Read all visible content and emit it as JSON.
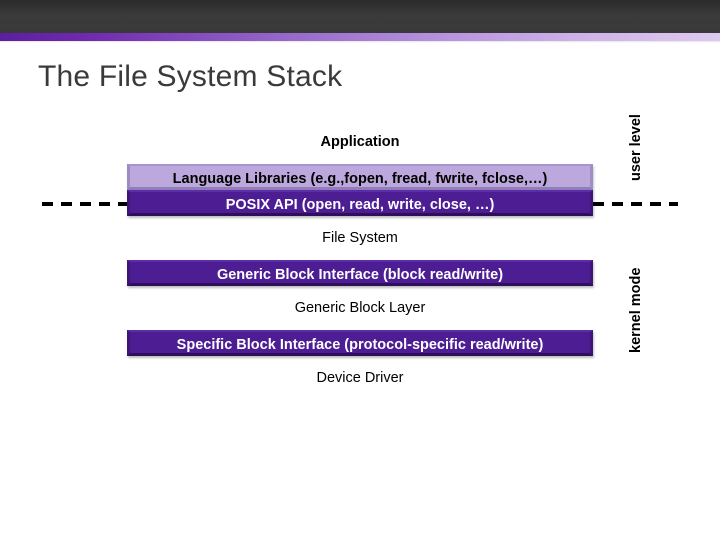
{
  "slide": {
    "title": "The File System Stack"
  },
  "theme": {
    "banner_dark": "#3b3b3b",
    "banner_purple_start": "#5c1f9e",
    "banner_purple_end": "#ddcaf0",
    "bar_purple_fill": "#4d1e93",
    "bar_lavender_fill": "#bca8dc",
    "title_color": "#3a3a3a",
    "text_dark": "#000000",
    "text_light": "#ffffff"
  },
  "diagram": {
    "rows": [
      {
        "id": "application",
        "label": "Application",
        "style": "plain-bold"
      },
      {
        "id": "language-libraries",
        "label": "Language Libraries (e.g.,fopen, fread, fwrite, fclose,…)",
        "style": "bar-lavender"
      },
      {
        "id": "posix-api",
        "label": "POSIX API (open, read, write, close, …)",
        "style": "bar-purple-boundary"
      },
      {
        "id": "file-system",
        "label": "File System",
        "style": "plain"
      },
      {
        "id": "generic-block-interface",
        "label": "Generic Block Interface (block read/write)",
        "style": "bar-purple"
      },
      {
        "id": "generic-block-layer",
        "label": "Generic Block Layer",
        "style": "plain"
      },
      {
        "id": "specific-block-interface",
        "label": "Specific Block Interface (protocol-specific read/write)",
        "style": "bar-purple"
      },
      {
        "id": "device-driver",
        "label": "Device Driver",
        "style": "plain"
      }
    ]
  },
  "side_labels": {
    "user_level": "user level",
    "kernel_mode": "kernel mode"
  }
}
